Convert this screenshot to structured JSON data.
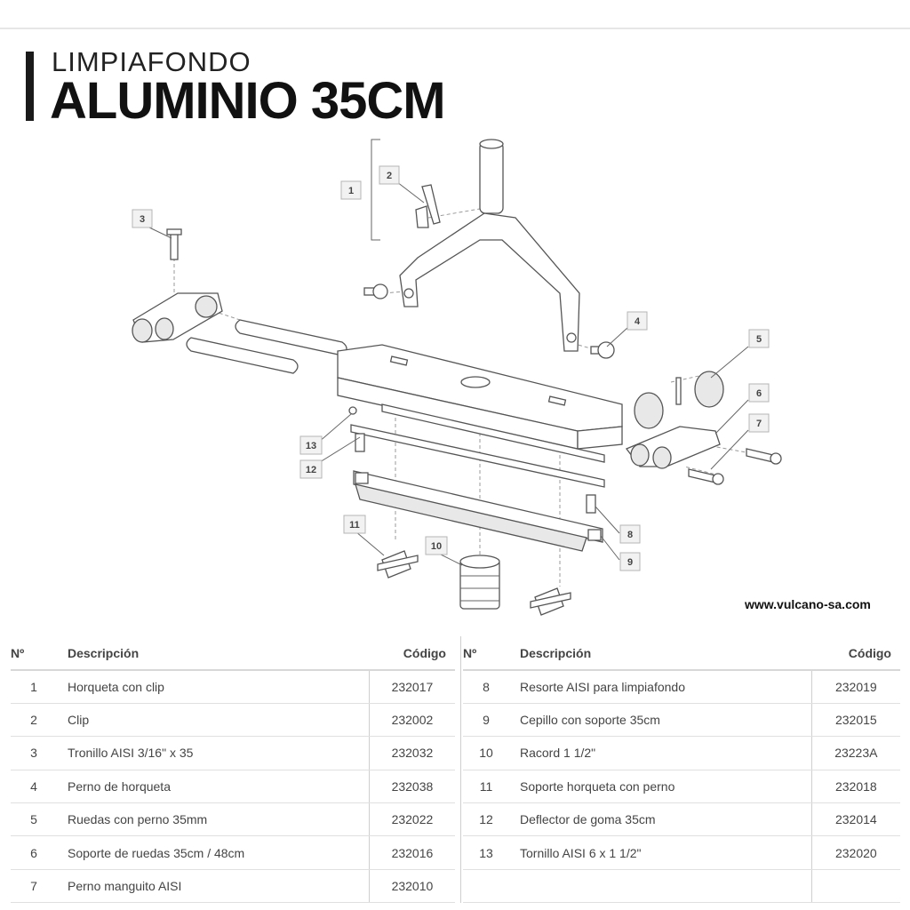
{
  "header": {
    "subtitle": "LIMPIAFONDO",
    "title": "ALUMINIO 35CM"
  },
  "website": "www.vulcano-sa.com",
  "diagram": {
    "callouts": [
      "1",
      "2",
      "3",
      "4",
      "5",
      "6",
      "7",
      "8",
      "9",
      "10",
      "11",
      "12",
      "13"
    ]
  },
  "table": {
    "headers": {
      "no": "Nº",
      "desc": "Descripción",
      "code": "Código"
    },
    "left_rows": [
      {
        "no": "1",
        "desc": "Horqueta con clip",
        "code": "232017"
      },
      {
        "no": "2",
        "desc": "Clip",
        "code": "232002"
      },
      {
        "no": "3",
        "desc": "Tronillo AISI 3/16\" x 35",
        "code": "232032"
      },
      {
        "no": "4",
        "desc": "Perno de horqueta",
        "code": "232038"
      },
      {
        "no": "5",
        "desc": "Ruedas con perno 35mm",
        "code": "232022"
      },
      {
        "no": "6",
        "desc": "Soporte de ruedas 35cm / 48cm",
        "code": "232016"
      },
      {
        "no": "7",
        "desc": "Perno manguito AISI",
        "code": "232010"
      }
    ],
    "right_rows": [
      {
        "no": "8",
        "desc": "Resorte AISI para limpiafondo",
        "code": "232019"
      },
      {
        "no": "9",
        "desc": "Cepillo con soporte 35cm",
        "code": "232015"
      },
      {
        "no": "10",
        "desc": "Racord 1 1/2\"",
        "code": "23223A"
      },
      {
        "no": "11",
        "desc": "Soporte horqueta con perno",
        "code": "232018"
      },
      {
        "no": "12",
        "desc": "Deflector de goma 35cm",
        "code": "232014"
      },
      {
        "no": "13",
        "desc": "Tornillo AISI 6 x 1 1/2\"",
        "code": "232020"
      },
      {
        "no": "",
        "desc": "",
        "code": ""
      }
    ]
  }
}
